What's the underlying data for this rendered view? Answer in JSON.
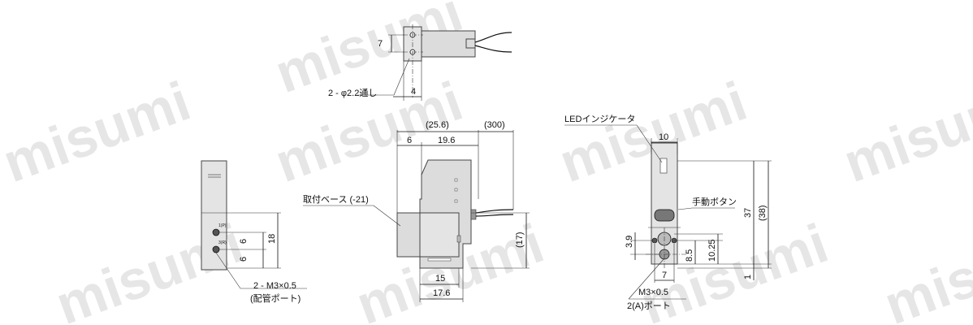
{
  "watermark": "misumi",
  "top_view": {
    "dim_height": "7",
    "dim_width": "4",
    "hole_label": "2 - φ2.2通し"
  },
  "front_view": {
    "dim_overall": "(25.6)",
    "dim_cable": "(300)",
    "dim_left": "6",
    "dim_body": "19.6",
    "base_label": "取付ベース (-21)",
    "dim_right_height": "(17)",
    "dim_bottom_inner": "15",
    "dim_bottom_outer": "17.6"
  },
  "left_view": {
    "port1_label": "1(P)",
    "port3_label": "3(R)",
    "dim_pitch_top": "6",
    "dim_pitch_bottom": "6",
    "dim_height": "18",
    "thread_label": "2 - M3×0.5",
    "thread_sub": "(配管ポート)"
  },
  "right_view": {
    "led_label": "LEDインジケータ",
    "dim_width": "10",
    "manual_label": "手動ボタン",
    "dim_37": "37",
    "dim_38": "(38)",
    "dim_1": "1",
    "dim_3_9": "3.9",
    "dim_8_5": "8.5",
    "dim_10_25": "10.25",
    "dim_7": "7",
    "port_label": "M3×0.5",
    "port_sub": "2(A)ポート"
  }
}
